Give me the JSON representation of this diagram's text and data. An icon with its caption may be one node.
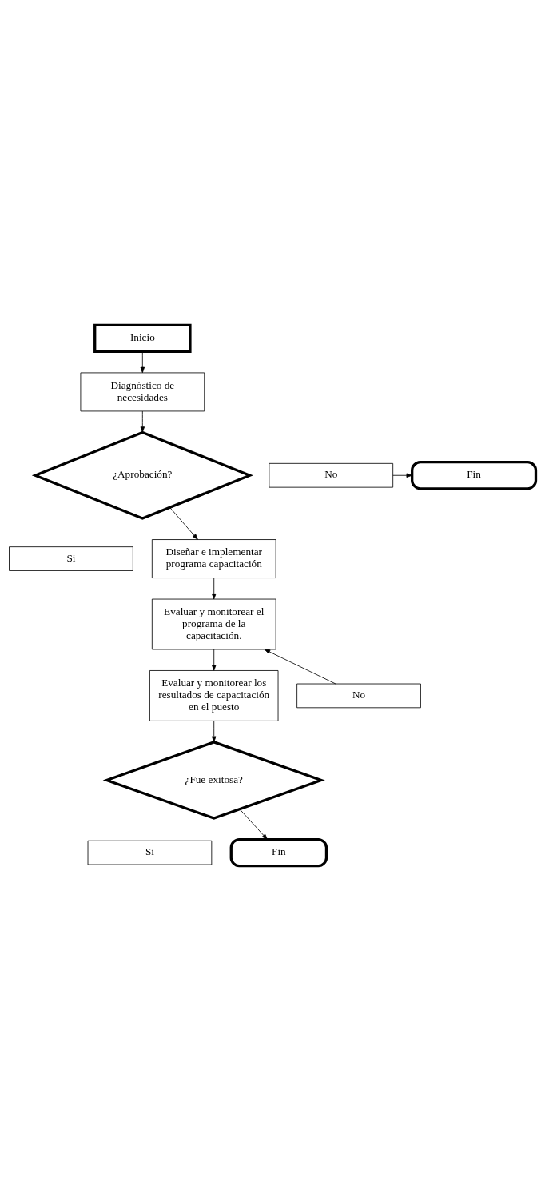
{
  "diagram": {
    "nodes": [
      {
        "text": [
          "Inicio"
        ]
      },
      {
        "text": [
          "Diagnóstico de necesidades"
        ]
      },
      {
        "text": [
          "¿Aprobación?"
        ]
      },
      {
        "text": [
          "No"
        ]
      },
      {
        "text": [
          "Fin"
        ]
      },
      {
        "text": [
          "Si"
        ]
      },
      {
        "text": [
          "Diseñar e implementar programa capacitación"
        ]
      },
      {
        "text": [
          "Evaluar y monitorear el programa de la capacitación."
        ]
      },
      {
        "text": [
          "Evaluar y monitorear los resultados de capacitación en el puesto"
        ]
      },
      {
        "text": [
          "¿Fue exitosa?"
        ]
      },
      {
        "text": [
          "No"
        ]
      },
      {
        "text": [
          "Si"
        ]
      },
      {
        "text": [
          "Fin"
        ]
      }
    ],
    "edges": [
      {
        "from": 0,
        "to": 1,
        "arrow": "to"
      },
      {
        "from": 1,
        "to": 2,
        "arrow": "to"
      },
      {
        "from": 3,
        "to": 4,
        "arrow": "to"
      },
      {
        "from": 2,
        "to": 6,
        "arrow": "to"
      },
      {
        "from": 6,
        "to": 7,
        "arrow": "to"
      },
      {
        "from": 7,
        "to": 8,
        "arrow": "to"
      },
      {
        "from": 8,
        "to": 9,
        "arrow": "to"
      },
      {
        "from": 10,
        "to": 7,
        "arrow": "to"
      },
      {
        "from": 9,
        "to": 12,
        "arrow": "to"
      }
    ]
  }
}
